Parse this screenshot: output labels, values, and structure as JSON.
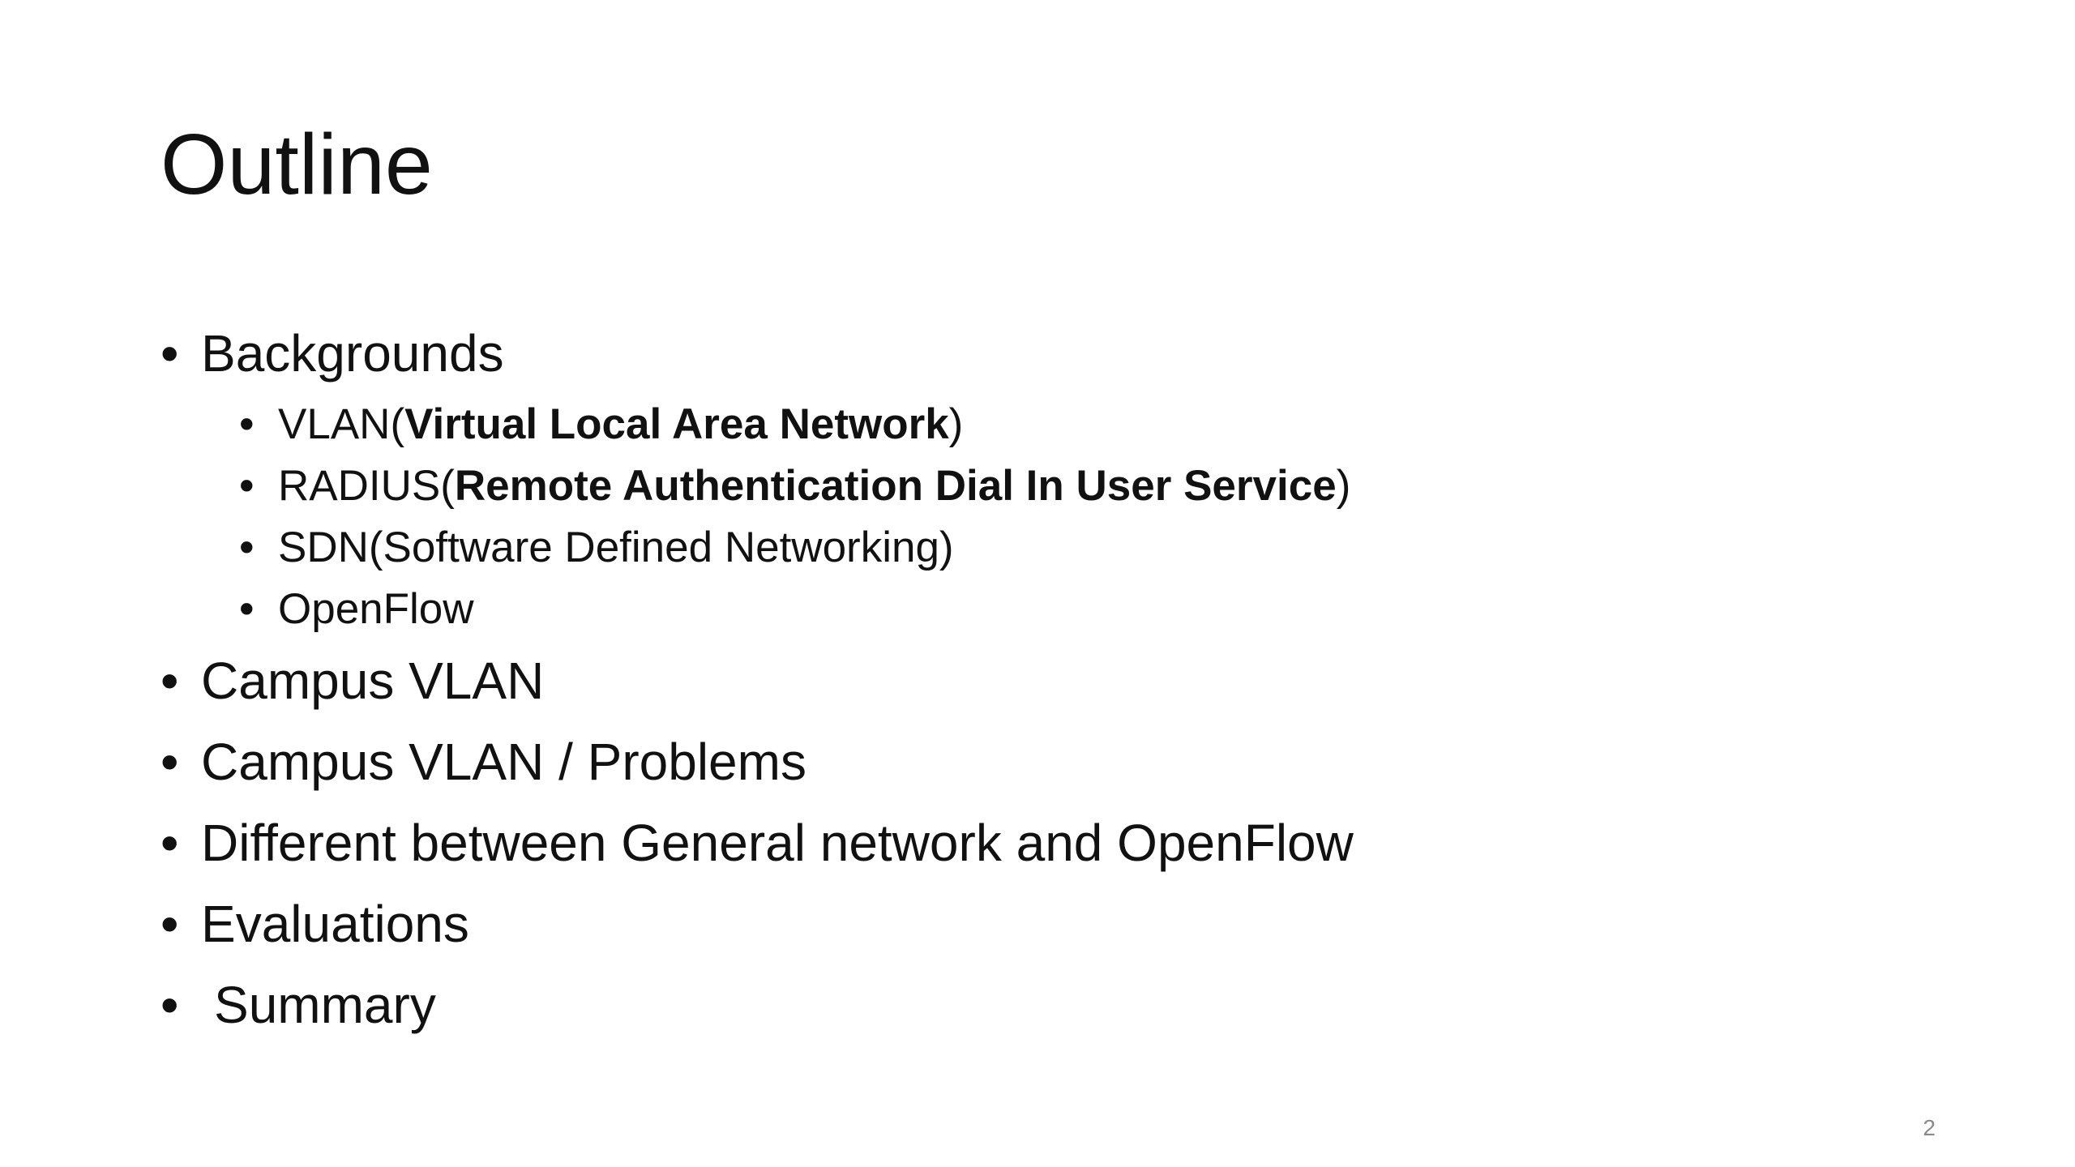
{
  "slide": {
    "title": "Outline",
    "bullet_glyph": "•",
    "page_number": "2"
  },
  "outline": {
    "backgrounds": "Backgrounds",
    "sub_items": [
      {
        "prefix": "VLAN(",
        "bold": "Virtual Local Area Network",
        "suffix": ")"
      },
      {
        "prefix": "RADIUS(",
        "bold": "Remote Authentication Dial In User Service",
        "suffix": ")"
      },
      {
        "prefix": "SDN(Software Defined Networking)",
        "bold": "",
        "suffix": ""
      },
      {
        "prefix": "OpenFlow",
        "bold": "",
        "suffix": ""
      }
    ],
    "items": [
      "Campus VLAN",
      "Campus VLAN / Problems",
      "Different between General network and OpenFlow",
      "Evaluations",
      "Summary"
    ]
  }
}
